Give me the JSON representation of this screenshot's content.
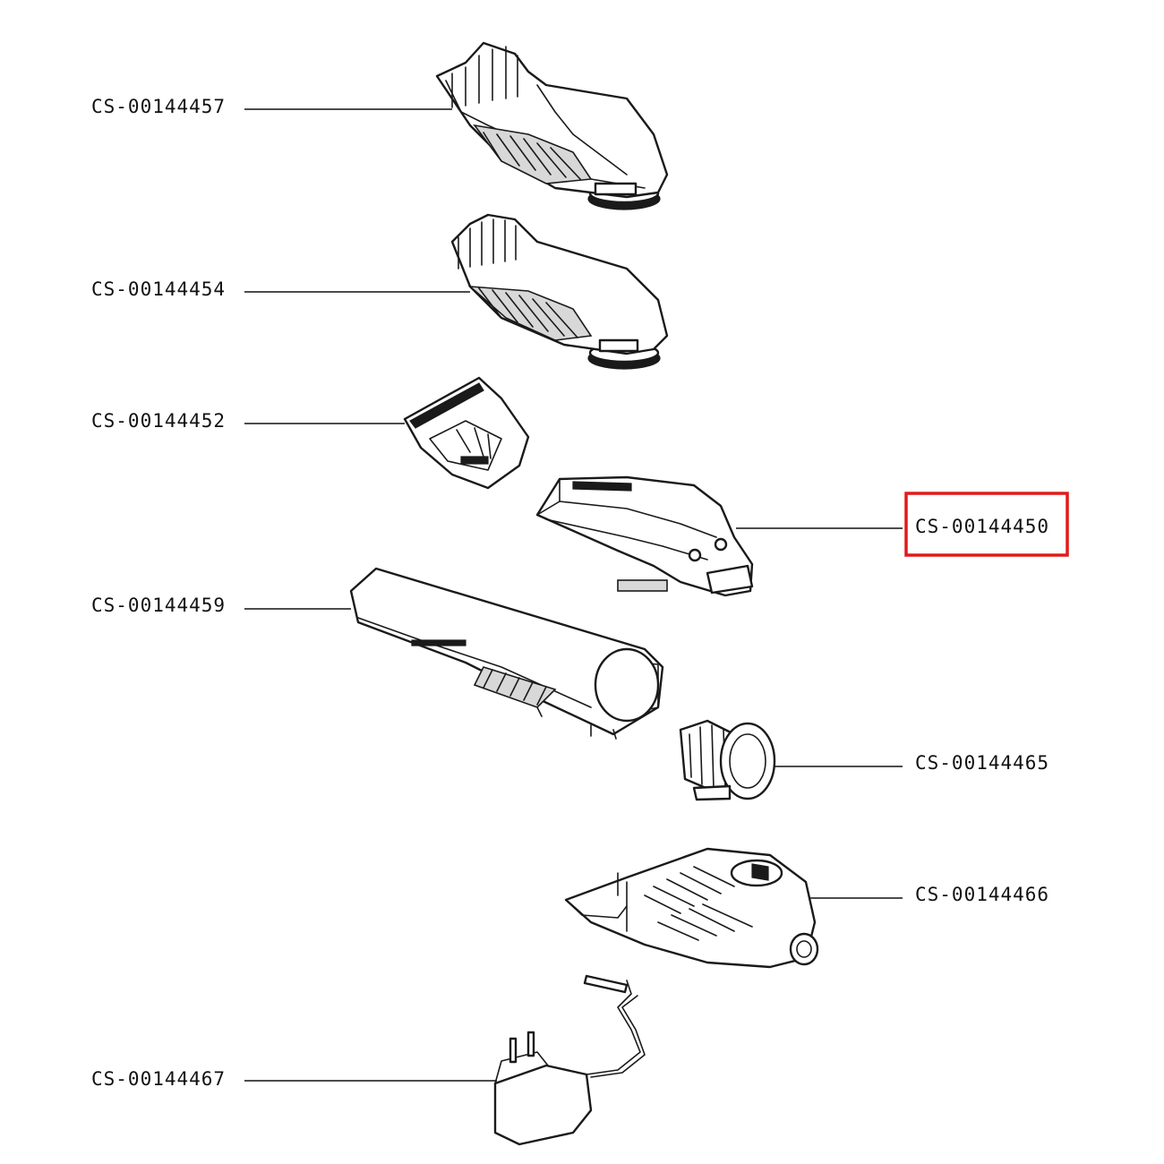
{
  "diagram": {
    "parts": [
      {
        "id": "comb_large",
        "label": "CS-00144457",
        "side": "left",
        "highlighted": false
      },
      {
        "id": "comb_small",
        "label": "CS-00144454",
        "side": "left",
        "highlighted": false
      },
      {
        "id": "blade",
        "label": "CS-00144452",
        "side": "left",
        "highlighted": false
      },
      {
        "id": "head_housing",
        "label": "CS-00144450",
        "side": "right",
        "highlighted": true
      },
      {
        "id": "body_shell",
        "label": "CS-00144459",
        "side": "left",
        "highlighted": false
      },
      {
        "id": "ring_adapter",
        "label": "CS-00144465",
        "side": "right",
        "highlighted": false
      },
      {
        "id": "base_housing",
        "label": "CS-00144466",
        "side": "right",
        "highlighted": false
      },
      {
        "id": "charger",
        "label": "CS-00144467",
        "side": "left",
        "highlighted": false
      }
    ],
    "highlight_color": "#e01b1b"
  }
}
